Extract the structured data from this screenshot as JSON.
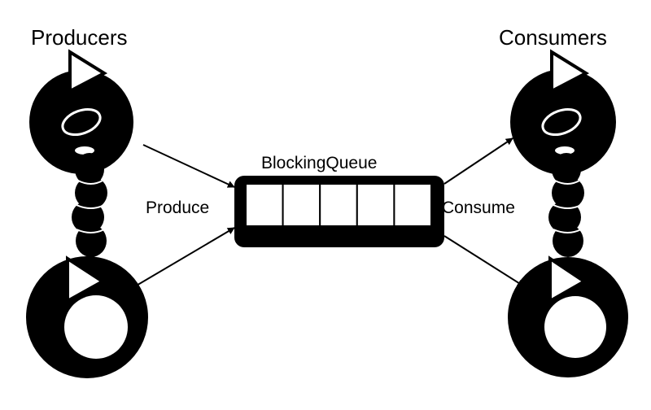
{
  "diagram": {
    "producers_label": "Producers",
    "consumers_label": "Consumers",
    "queue_label": "BlockingQueue",
    "produce_label": "Produce",
    "consume_label": "Consume",
    "queue_slots": 5,
    "colors": {
      "ink": "#000000",
      "background": "#ffffff"
    }
  }
}
